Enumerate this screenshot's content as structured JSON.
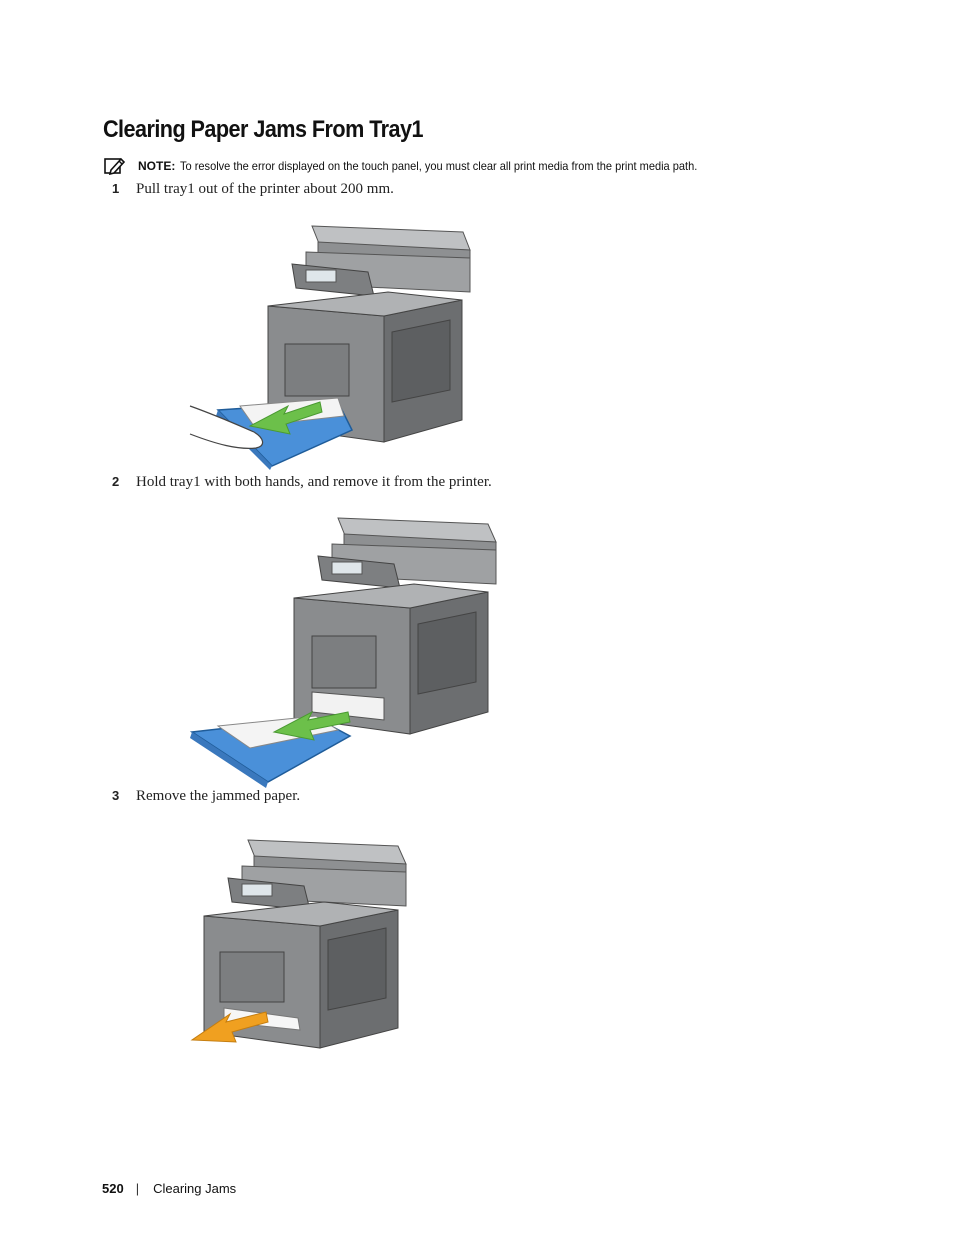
{
  "page": {
    "title": "Clearing Paper Jams From Tray1",
    "note": {
      "label": "NOTE:",
      "text": "To resolve the error displayed on the touch panel, you must clear all print media from the print media path."
    },
    "steps": [
      {
        "number": "1",
        "text": "Pull tray1 out of the printer about 200 mm."
      },
      {
        "number": "2",
        "text": "Hold tray1 with both hands, and remove it from the printer."
      },
      {
        "number": "3",
        "text": "Remove the jammed paper."
      }
    ],
    "footer": {
      "page_number": "520",
      "separator": "|",
      "section": "Clearing Jams"
    }
  },
  "colors": {
    "tray_blue": "#4a90d9",
    "arrow_green": "#6cc04a",
    "arrow_orange": "#f0a020",
    "printer_gray": "#8a8c8e"
  },
  "icons": [
    "pencil-note-icon",
    "printer-illustration",
    "direction-arrow"
  ]
}
